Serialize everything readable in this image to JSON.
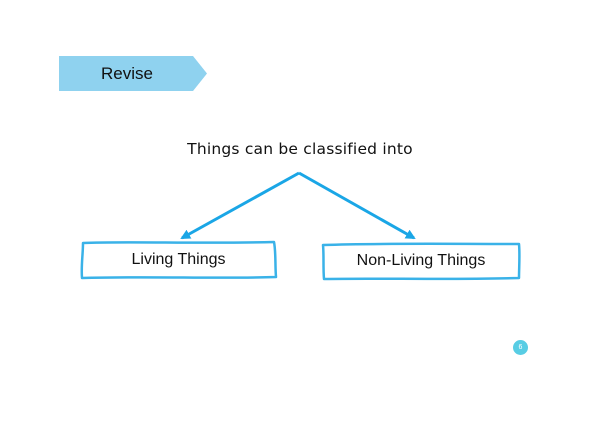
{
  "banner": {
    "label": "Revise",
    "color": "#8fd2ef"
  },
  "diagram": {
    "title": "Things can be classified into",
    "categories": [
      {
        "label": "Living Things"
      },
      {
        "label": "Non-Living Things"
      }
    ],
    "arrow_color": "#1aa6e6",
    "box_border_color": "#3ab2e8"
  },
  "page": {
    "number": "6",
    "badge_color": "#58cde4"
  }
}
